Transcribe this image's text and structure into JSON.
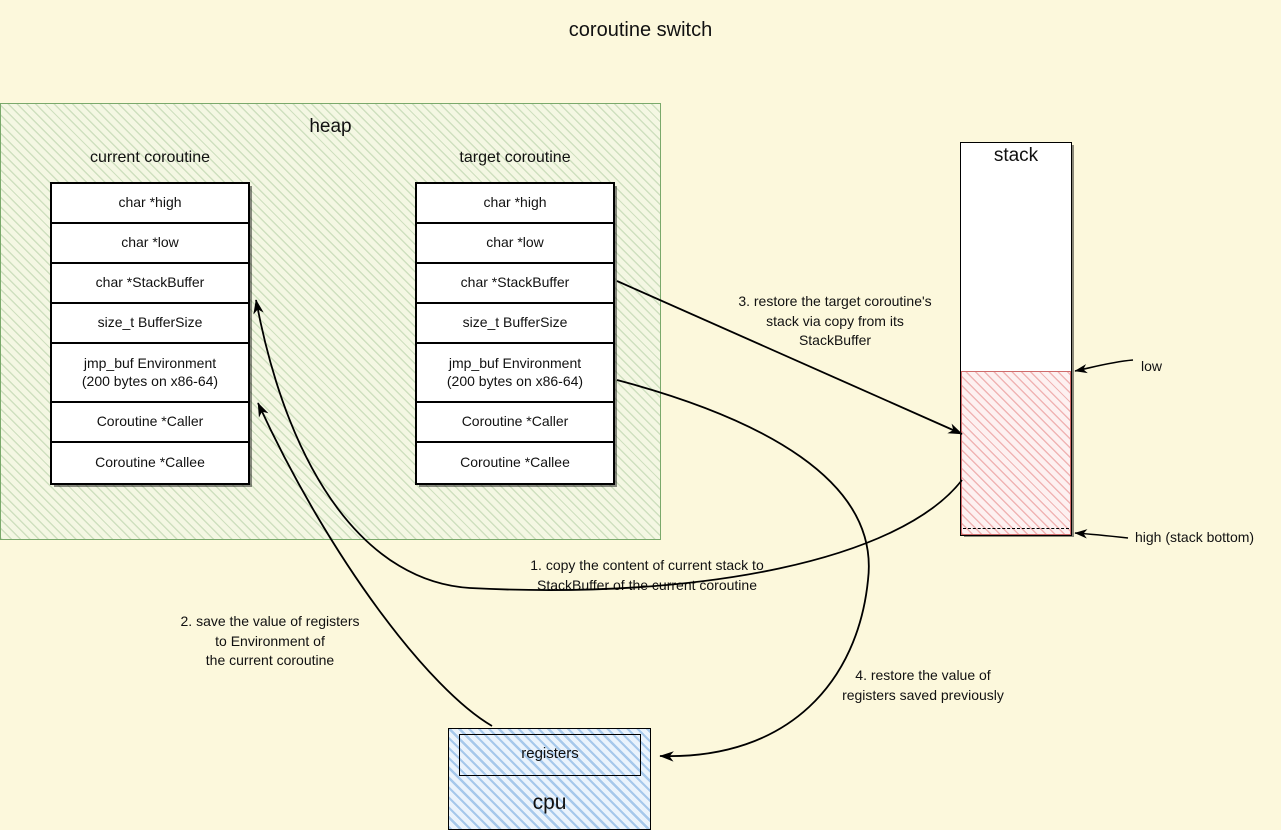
{
  "title": "coroutine switch",
  "colors": {
    "background": "#fcf8dc",
    "heap_hatch": "#7aa96b",
    "stack_used_hatch": "#da5252",
    "cpu_hatch": "#6ea5dd",
    "stroke": "#000000"
  },
  "heap": {
    "label": "heap",
    "structs": [
      {
        "title": "current coroutine",
        "fields": [
          "char *high",
          "char *low",
          "char *StackBuffer",
          "size_t BufferSize",
          "jmp_buf Environment\n(200 bytes on x86-64)",
          "Coroutine *Caller",
          "Coroutine *Callee"
        ]
      },
      {
        "title": "target coroutine",
        "fields": [
          "char *high",
          "char *low",
          "char *StackBuffer",
          "size_t BufferSize",
          "jmp_buf Environment\n(200 bytes on x86-64)",
          "Coroutine *Caller",
          "Coroutine *Callee"
        ]
      }
    ]
  },
  "stack": {
    "label": "stack",
    "markers": {
      "low": "low",
      "high": "high (stack bottom)"
    }
  },
  "cpu": {
    "label": "cpu",
    "registers_label": "registers"
  },
  "steps": [
    {
      "id": 1,
      "text": "1. copy the content of current stack to\nStackBuffer of the current coroutine"
    },
    {
      "id": 2,
      "text": "2. save the value of registers\nto Environment of\nthe current coroutine"
    },
    {
      "id": 3,
      "text": "3. restore the target coroutine's\nstack via copy from its\nStackBuffer"
    },
    {
      "id": 4,
      "text": "4. restore the value of\nregisters saved previously"
    }
  ]
}
